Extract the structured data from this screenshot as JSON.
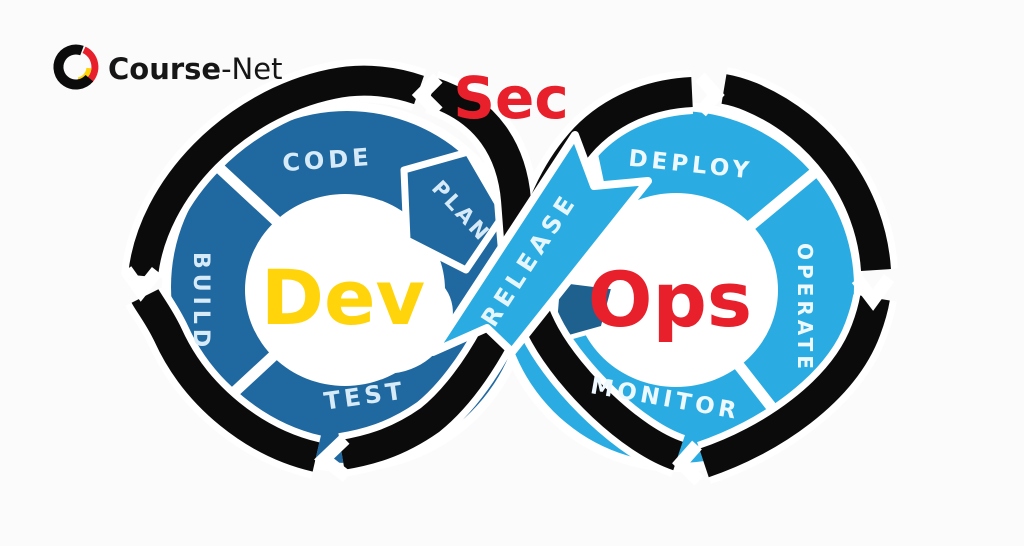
{
  "brand": {
    "name_bold": "Course",
    "name_light": "-Net"
  },
  "banner": {
    "sec_label": "Sec"
  },
  "dev_loop": {
    "center_label": "Dev",
    "stage_code": "CODE",
    "stage_plan": "PLAN",
    "stage_build": "BUILD",
    "stage_test": "TEST"
  },
  "ops_loop": {
    "center_label": "Ops",
    "stage_deploy": "DEPLOY",
    "stage_operate": "OPERATE",
    "stage_monitor": "MONITOR"
  },
  "ribbon": {
    "label": "RELEASE"
  },
  "icons": {
    "logo_mark": "course-net-ring-logo",
    "infinity_loop": "devops-infinity-outline"
  },
  "colors": {
    "dev_dark_blue": "#2068A0",
    "ops_light_blue": "#2AACE2",
    "accent_red": "#E8202C",
    "accent_yellow": "#FFD40A",
    "outline_black": "#0B0B0B",
    "background": "#FBFBFB",
    "stage_text_on_dark": "#D6EBF7",
    "stage_text_on_light": "#EDF9FF"
  }
}
